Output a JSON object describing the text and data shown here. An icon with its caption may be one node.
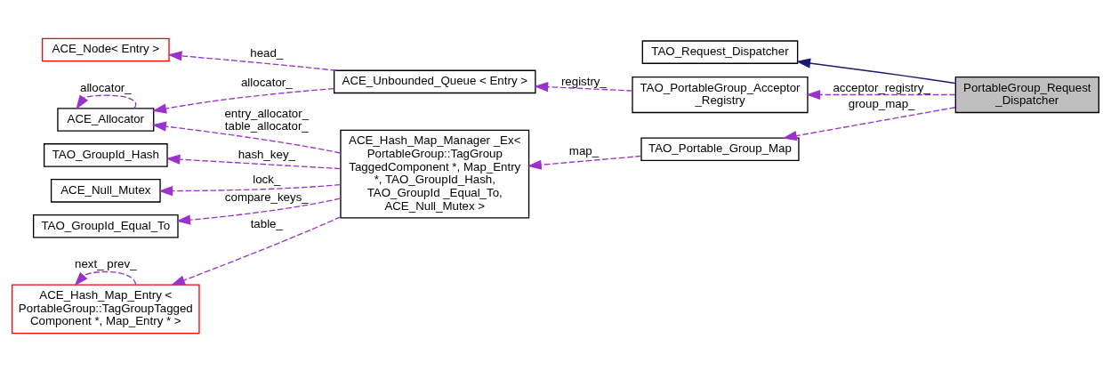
{
  "diagram": {
    "nodes": [
      {
        "text": [
          "ACE_Node< Entry >"
        ]
      },
      {
        "text": [
          "ACE_Unbounded_Queue < Entry >"
        ]
      },
      {
        "text": [
          "TAO_Request_Dispatcher"
        ]
      },
      {
        "text": [
          "ACE_Allocator"
        ]
      },
      {
        "text": [
          "TAO_PortableGroup_Acceptor _Registry"
        ]
      },
      {
        "text": [
          "PortableGroup_Request _Dispatcher"
        ]
      },
      {
        "text": [
          "TAO_GroupId_Hash"
        ]
      },
      {
        "text": [
          "ACE_Hash_Map_Manager _Ex< PortableGroup::TagGroup TaggedComponent *, Map_Entry *, TAO_GroupId_Hash, TAO_GroupId _Equal_To, ACE_Null_Mutex >"
        ]
      },
      {
        "text": [
          "TAO_Portable_Group_Map"
        ]
      },
      {
        "text": [
          "ACE_Null_Mutex"
        ]
      },
      {
        "text": [
          "TAO_GroupId_Equal_To"
        ]
      },
      {
        "text": [
          "ACE_Hash_Map_Entry < PortableGroup::TagGroupTagged Component *, Map_Entry * >"
        ]
      }
    ],
    "edges": [
      {
        "from": 1,
        "to": 0,
        "arrow": "to",
        "label": "head_",
        "style": "dashed"
      },
      {
        "from": 3,
        "to": 3,
        "arrow": "to",
        "label": "allocator_",
        "style": "dashed"
      },
      {
        "from": 1,
        "to": 3,
        "arrow": "to",
        "label": "allocator_",
        "style": "dashed"
      },
      {
        "from": 4,
        "to": 1,
        "arrow": "to",
        "label": "registry_",
        "style": "dashed"
      },
      {
        "from": 5,
        "to": 2,
        "arrow": "to",
        "color": "#191970"
      },
      {
        "from": 5,
        "to": 4,
        "arrow": "to",
        "label": "acceptor_registry_",
        "style": "dashed"
      },
      {
        "from": 5,
        "to": 8,
        "arrow": "to",
        "label": "group_map_",
        "style": "dashed"
      },
      {
        "from": 8,
        "to": 7,
        "arrow": "to",
        "label": "map_",
        "style": "dashed"
      },
      {
        "from": 7,
        "to": 3,
        "arrow": "to",
        "label": "entry_allocator_ table_allocator_",
        "style": "dashed"
      },
      {
        "from": 7,
        "to": 6,
        "arrow": "to",
        "label": "hash_key_",
        "style": "dashed"
      },
      {
        "from": 7,
        "to": 9,
        "arrow": "to",
        "label": "lock_",
        "style": "dashed"
      },
      {
        "from": 7,
        "to": 10,
        "arrow": "to",
        "label": "compare_keys_",
        "style": "dashed"
      },
      {
        "from": 7,
        "to": 11,
        "arrow": "to",
        "label": "table_",
        "style": "dashed"
      },
      {
        "from": 11,
        "to": 11,
        "arrow": "to",
        "label": "next_ prev_",
        "style": "dashed"
      }
    ]
  }
}
